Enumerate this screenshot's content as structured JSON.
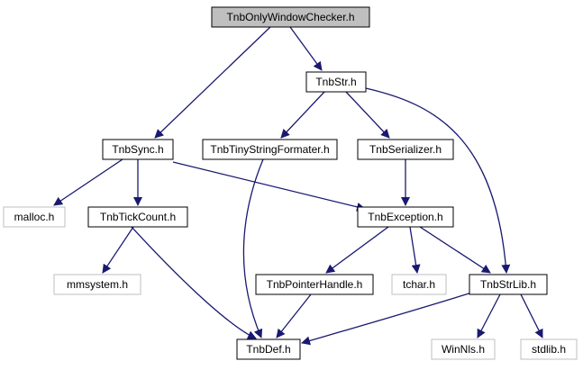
{
  "diagram": {
    "nodes": [
      {
        "id": "root",
        "label": "TnbOnlyWindowChecker.h",
        "style": "root"
      },
      {
        "id": "str",
        "label": "TnbStr.h",
        "style": "normal"
      },
      {
        "id": "sync",
        "label": "TnbSync.h",
        "style": "normal"
      },
      {
        "id": "tiny",
        "label": "TnbTinyStringFormater.h",
        "style": "normal"
      },
      {
        "id": "ser",
        "label": "TnbSerializer.h",
        "style": "normal"
      },
      {
        "id": "malloc",
        "label": "malloc.h",
        "style": "external"
      },
      {
        "id": "tick",
        "label": "TnbTickCount.h",
        "style": "normal"
      },
      {
        "id": "exc",
        "label": "TnbException.h",
        "style": "normal"
      },
      {
        "id": "mmsys",
        "label": "mmsystem.h",
        "style": "external"
      },
      {
        "id": "ptr",
        "label": "TnbPointerHandle.h",
        "style": "normal"
      },
      {
        "id": "tchar",
        "label": "tchar.h",
        "style": "external"
      },
      {
        "id": "strlib",
        "label": "TnbStrLib.h",
        "style": "normal"
      },
      {
        "id": "def",
        "label": "TnbDef.h",
        "style": "normal"
      },
      {
        "id": "winnls",
        "label": "WinNls.h",
        "style": "external"
      },
      {
        "id": "stdlib",
        "label": "stdlib.h",
        "style": "external"
      }
    ],
    "edges": [
      {
        "from": "root",
        "to": "str"
      },
      {
        "from": "root",
        "to": "sync"
      },
      {
        "from": "str",
        "to": "tiny"
      },
      {
        "from": "str",
        "to": "ser"
      },
      {
        "from": "str",
        "to": "strlib"
      },
      {
        "from": "sync",
        "to": "malloc"
      },
      {
        "from": "sync",
        "to": "tick"
      },
      {
        "from": "sync",
        "to": "exc"
      },
      {
        "from": "ser",
        "to": "exc"
      },
      {
        "from": "tiny",
        "to": "def"
      },
      {
        "from": "tick",
        "to": "mmsys"
      },
      {
        "from": "tick",
        "to": "def"
      },
      {
        "from": "exc",
        "to": "ptr"
      },
      {
        "from": "exc",
        "to": "tchar"
      },
      {
        "from": "exc",
        "to": "strlib"
      },
      {
        "from": "ptr",
        "to": "def"
      },
      {
        "from": "strlib",
        "to": "def"
      },
      {
        "from": "strlib",
        "to": "winnls"
      },
      {
        "from": "strlib",
        "to": "stdlib"
      }
    ]
  },
  "colors": {
    "edge": "#191970",
    "root_fill": "#bfbfbf",
    "node_border": "#000000",
    "external_border": "#bfbfbf",
    "text": "#000000"
  }
}
